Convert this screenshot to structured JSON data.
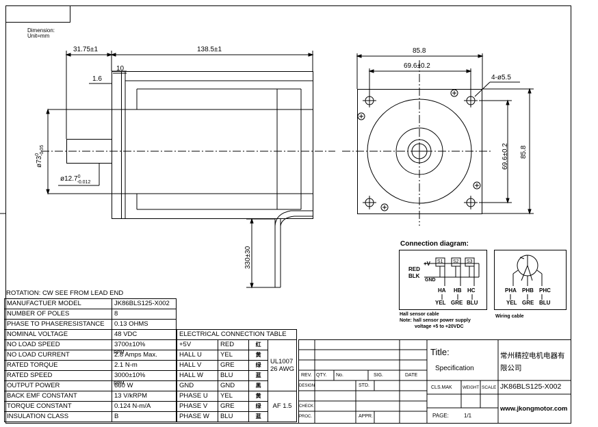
{
  "dimension_note": {
    "line1": "Dimension:",
    "line2": "Unit=mm"
  },
  "side_view": {
    "shaft_length": "31.75±1",
    "body_length": "138.5±1",
    "flange_thickness": "10",
    "step": "1.6",
    "pilot_diameter": "ø73",
    "pilot_tol_upper": "0",
    "pilot_tol_lower": "-0.05",
    "shaft_diameter": "ø12.7",
    "shaft_tol_upper": "0",
    "shaft_tol_lower": "-0.012",
    "cable_length": "330±30"
  },
  "front_view": {
    "overall_width": "85.8",
    "hole_spacing_h": "69.6±0.2",
    "holes": "4-ø5.5",
    "hole_spacing_v": "69.6±0.2",
    "overall_height": "85.8"
  },
  "connection": {
    "title": "Connection diagram:",
    "red": "RED",
    "blk": "BLK",
    "plus_v": "+V",
    "gnd": "GND",
    "sensors": [
      "S1",
      "S2",
      "S3"
    ],
    "hall_labels": [
      "HA",
      "HB",
      "HC"
    ],
    "hall_colors": [
      "YEL",
      "GRE",
      "BLU"
    ],
    "phase_labels": [
      "PHA",
      "PHB",
      "PHC"
    ],
    "phase_colors": [
      "YEL",
      "GRE",
      "BLU"
    ],
    "hall_cable": "Hall sensor cable",
    "note_line1": "Note: hall sensor power supply",
    "note_line2": "voltage +5 to +20VDC",
    "wiring_cable": "Wiring cable"
  },
  "spec": {
    "rotation": "ROTATION: CW SEE FROM LEAD END",
    "rows": [
      {
        "label": "MANUFACTUER MODEL",
        "value": "JK86BLS125-X002"
      },
      {
        "label": "NUMBER OF POLES",
        "value": "8"
      },
      {
        "label": "PHASE TO PHASERESISTANCE",
        "value": "0.13 OHMS"
      },
      {
        "label": "NOMINAL VOLTAGE",
        "value": "48 VDC"
      },
      {
        "label": "NO LOAD SPEED",
        "value": "3700±10%"
      },
      {
        "label": "NO LOAD CURRENT",
        "value": "2.8 Amps Max."
      },
      {
        "label": "RATED TORQUE",
        "value": "2.1 N-m"
      },
      {
        "label": "RATED SPEED",
        "value": "3000±10%"
      },
      {
        "label": "OUTPUT POWER",
        "value": "660 W"
      },
      {
        "label": "BACK EMF CONSTANT",
        "value": "13 V/kRPM"
      },
      {
        "label": "TORQUE CONSTANT",
        "value": "0.124 N-m/A"
      },
      {
        "label": "INSULATION CLASS",
        "value": "B"
      }
    ],
    "rpm_marks": [
      "RPM",
      "RPM"
    ]
  },
  "electrical": {
    "title": "ELECTRICAL CONNECTION TABLE",
    "rows": [
      {
        "name": "+5V",
        "color": "RED",
        "cn": "红"
      },
      {
        "name": "HALL U",
        "color": "YEL",
        "cn": "黄"
      },
      {
        "name": "HALL V",
        "color": "GRE",
        "cn": "绿"
      },
      {
        "name": "HALL W",
        "color": "BLU",
        "cn": "蓝"
      },
      {
        "name": "GND",
        "color": "GND",
        "cn": "黑"
      },
      {
        "name": "PHASE U",
        "color": "YEL",
        "cn": "黄"
      },
      {
        "name": "PHASE V",
        "color": "GRE",
        "cn": "绿"
      },
      {
        "name": "PHASE W",
        "color": "BLU",
        "cn": "蓝"
      }
    ],
    "cable1_line1": "UL1007",
    "cable1_line2": "26 AWG",
    "cable2": "AF 1.5"
  },
  "title_block": {
    "rev": "REV.",
    "qty": "QTY.",
    "no": "No.",
    "sig": "SIG.",
    "date": "DATE",
    "design": "DESIGN",
    "std": "STD.",
    "check": "CHECK",
    "proc": "PROC.",
    "appr": "APPR.",
    "title_label": "Title:",
    "title_value": "Specification",
    "cls_mak": "CLS.MAK",
    "weight": "WEIGHT",
    "scale": "SCALE",
    "page_label": "PAGE:",
    "page_value": "1/1",
    "company_line1": "常州精控电机电器有",
    "company_line2": "限公司",
    "model": "JK86BLS125-X002",
    "website": "www.jkongmotor.com"
  }
}
